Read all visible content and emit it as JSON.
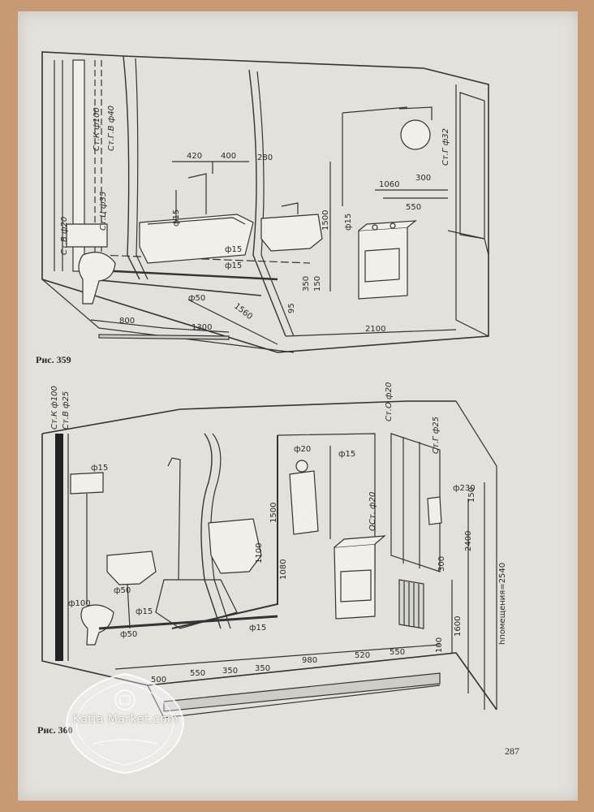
{
  "figure_top": {
    "caption": "Рис. 359",
    "pipe_labels": [
      "Ст.К ф100",
      "Ст.Г.В ф40",
      "Ст.Ц ф35",
      "Ст.В ф20",
      "Ст.Г ф32"
    ],
    "pipe_sizes": [
      "ф15",
      "ф15",
      "ф15",
      "ф50",
      "ф15"
    ],
    "dimensions": [
      "420",
      "400",
      "280",
      "300",
      "1060",
      "550",
      "1500",
      "350",
      "150",
      "95",
      "800",
      "1300",
      "1560",
      "2100"
    ]
  },
  "figure_bottom": {
    "caption": "Рис. 360",
    "pipe_labels": [
      "Ст.К ф100",
      "Ст.В ф25",
      "Ст.О ф20",
      "Ст.Г ф25",
      "ОСт. ф20"
    ],
    "pipe_sizes": [
      "ф15",
      "ф20",
      "ф15",
      "ф50",
      "ф100",
      "ф15",
      "ф50",
      "ф15",
      "ф230"
    ],
    "dimensions": [
      "1500",
      "1100",
      "1080",
      "500",
      "550",
      "350",
      "350",
      "980",
      "520",
      "550",
      "100",
      "1600",
      "2400",
      "150",
      "300"
    ],
    "height_label": "hпомещения=2540"
  },
  "page_number": "287",
  "watermark": {
    "text": "Katia Market.com"
  }
}
